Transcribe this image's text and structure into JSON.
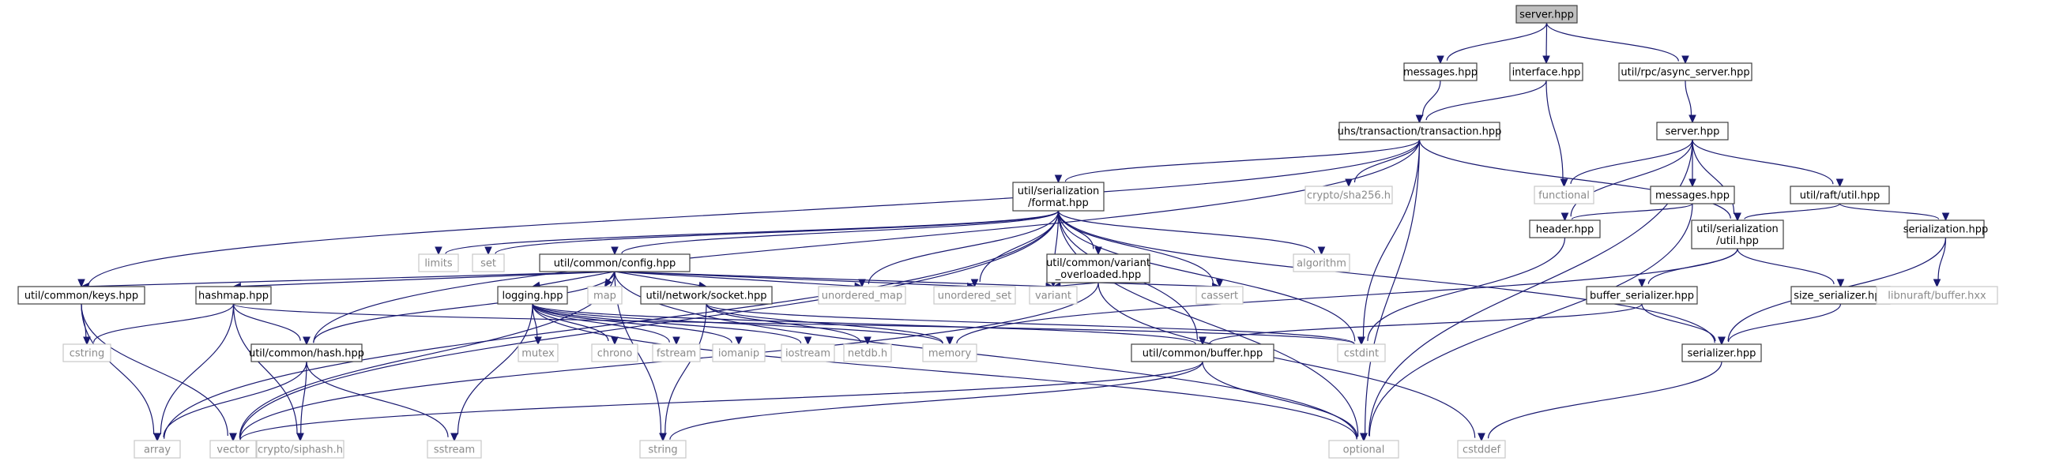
{
  "colors": {
    "edge": "#191970",
    "header_border": "#404040",
    "system_border": "#c8c8c8",
    "root_fill": "#bfbfbf",
    "system_text": "#8a8a8a"
  },
  "nodes": [
    {
      "id": "server_root",
      "lines": [
        "server.hpp"
      ],
      "kind": "root"
    },
    {
      "id": "messages_top",
      "lines": [
        "messages.hpp"
      ],
      "kind": "header"
    },
    {
      "id": "interface",
      "lines": [
        "interface.hpp"
      ],
      "kind": "header"
    },
    {
      "id": "async_server",
      "lines": [
        "util/rpc/async_server.hpp"
      ],
      "kind": "header"
    },
    {
      "id": "transaction",
      "lines": [
        "uhs/transaction/transaction.hpp"
      ],
      "kind": "header"
    },
    {
      "id": "server_mid",
      "lines": [
        "server.hpp"
      ],
      "kind": "header"
    },
    {
      "id": "format",
      "lines": [
        "util/serialization",
        "/format.hpp"
      ],
      "kind": "header"
    },
    {
      "id": "sha256",
      "lines": [
        "crypto/sha256.h"
      ],
      "kind": "system"
    },
    {
      "id": "functional",
      "lines": [
        "functional"
      ],
      "kind": "system"
    },
    {
      "id": "messages_mid",
      "lines": [
        "messages.hpp"
      ],
      "kind": "header"
    },
    {
      "id": "raft_util",
      "lines": [
        "util/raft/util.hpp"
      ],
      "kind": "header"
    },
    {
      "id": "limits",
      "lines": [
        "limits"
      ],
      "kind": "system"
    },
    {
      "id": "set",
      "lines": [
        "set"
      ],
      "kind": "system"
    },
    {
      "id": "config",
      "lines": [
        "util/common/config.hpp"
      ],
      "kind": "header"
    },
    {
      "id": "variant_overloaded",
      "lines": [
        "util/common/variant",
        "_overloaded.hpp"
      ],
      "kind": "header"
    },
    {
      "id": "algorithm",
      "lines": [
        "algorithm"
      ],
      "kind": "system"
    },
    {
      "id": "header",
      "lines": [
        "header.hpp"
      ],
      "kind": "header"
    },
    {
      "id": "ser_util",
      "lines": [
        "util/serialization",
        "/util.hpp"
      ],
      "kind": "header"
    },
    {
      "id": "serialization",
      "lines": [
        "serialization.hpp"
      ],
      "kind": "header"
    },
    {
      "id": "keys",
      "lines": [
        "util/common/keys.hpp"
      ],
      "kind": "header"
    },
    {
      "id": "hashmap",
      "lines": [
        "hashmap.hpp"
      ],
      "kind": "header"
    },
    {
      "id": "map",
      "lines": [
        "map"
      ],
      "kind": "system"
    },
    {
      "id": "logging",
      "lines": [
        "logging.hpp"
      ],
      "kind": "header"
    },
    {
      "id": "socket",
      "lines": [
        "util/network/socket.hpp"
      ],
      "kind": "header"
    },
    {
      "id": "unordered_map",
      "lines": [
        "unordered_map"
      ],
      "kind": "system"
    },
    {
      "id": "unordered_set",
      "lines": [
        "unordered_set"
      ],
      "kind": "system"
    },
    {
      "id": "variant",
      "lines": [
        "variant"
      ],
      "kind": "system"
    },
    {
      "id": "cassert",
      "lines": [
        "cassert"
      ],
      "kind": "system"
    },
    {
      "id": "buffer_serializer",
      "lines": [
        "buffer_serializer.hpp"
      ],
      "kind": "header"
    },
    {
      "id": "size_serializer",
      "lines": [
        "size_serializer.hpp"
      ],
      "kind": "header"
    },
    {
      "id": "buffer_hxx",
      "lines": [
        "libnuraft/buffer.hxx"
      ],
      "kind": "system"
    },
    {
      "id": "cstring",
      "lines": [
        "cstring"
      ],
      "kind": "system"
    },
    {
      "id": "hash",
      "lines": [
        "util/common/hash.hpp"
      ],
      "kind": "header"
    },
    {
      "id": "mutex",
      "lines": [
        "mutex"
      ],
      "kind": "system"
    },
    {
      "id": "chrono",
      "lines": [
        "chrono"
      ],
      "kind": "system"
    },
    {
      "id": "fstream",
      "lines": [
        "fstream"
      ],
      "kind": "system"
    },
    {
      "id": "iomanip",
      "lines": [
        "iomanip"
      ],
      "kind": "system"
    },
    {
      "id": "iostream",
      "lines": [
        "iostream"
      ],
      "kind": "system"
    },
    {
      "id": "netdb",
      "lines": [
        "netdb.h"
      ],
      "kind": "system"
    },
    {
      "id": "memory",
      "lines": [
        "memory"
      ],
      "kind": "system"
    },
    {
      "id": "buffer",
      "lines": [
        "util/common/buffer.hpp"
      ],
      "kind": "header"
    },
    {
      "id": "cstdint",
      "lines": [
        "cstdint"
      ],
      "kind": "system"
    },
    {
      "id": "serializer",
      "lines": [
        "serializer.hpp"
      ],
      "kind": "header"
    },
    {
      "id": "array",
      "lines": [
        "array"
      ],
      "kind": "system"
    },
    {
      "id": "vector",
      "lines": [
        "vector"
      ],
      "kind": "system"
    },
    {
      "id": "siphash",
      "lines": [
        "crypto/siphash.h"
      ],
      "kind": "system"
    },
    {
      "id": "sstream",
      "lines": [
        "sstream"
      ],
      "kind": "system"
    },
    {
      "id": "string",
      "lines": [
        "string"
      ],
      "kind": "system"
    },
    {
      "id": "optional",
      "lines": [
        "optional"
      ],
      "kind": "system"
    },
    {
      "id": "cstddef",
      "lines": [
        "cstddef"
      ],
      "kind": "system"
    }
  ],
  "edges": [
    [
      "server_root",
      "messages_top"
    ],
    [
      "server_root",
      "interface"
    ],
    [
      "server_root",
      "async_server"
    ],
    [
      "messages_top",
      "transaction"
    ],
    [
      "interface",
      "transaction"
    ],
    [
      "interface",
      "functional"
    ],
    [
      "async_server",
      "server_mid"
    ],
    [
      "transaction",
      "format"
    ],
    [
      "transaction",
      "sha256"
    ],
    [
      "transaction",
      "keys"
    ],
    [
      "transaction",
      "hash"
    ],
    [
      "transaction",
      "cstdint"
    ],
    [
      "transaction",
      "optional"
    ],
    [
      "transaction",
      "ser_util"
    ],
    [
      "server_mid",
      "functional"
    ],
    [
      "server_mid",
      "messages_mid"
    ],
    [
      "server_mid",
      "raft_util"
    ],
    [
      "server_mid",
      "header"
    ],
    [
      "server_mid",
      "ser_util"
    ],
    [
      "server_mid",
      "optional"
    ],
    [
      "format",
      "limits"
    ],
    [
      "format",
      "set"
    ],
    [
      "format",
      "config"
    ],
    [
      "format",
      "variant_overloaded"
    ],
    [
      "format",
      "algorithm"
    ],
    [
      "format",
      "array"
    ],
    [
      "format",
      "vector"
    ],
    [
      "format",
      "unordered_map"
    ],
    [
      "format",
      "unordered_set"
    ],
    [
      "format",
      "variant"
    ],
    [
      "format",
      "cassert"
    ],
    [
      "format",
      "buffer"
    ],
    [
      "format",
      "cstdint"
    ],
    [
      "format",
      "optional"
    ],
    [
      "format",
      "serializer"
    ],
    [
      "messages_mid",
      "header"
    ],
    [
      "messages_mid",
      "optional"
    ],
    [
      "raft_util",
      "ser_util"
    ],
    [
      "raft_util",
      "serialization"
    ],
    [
      "config",
      "keys"
    ],
    [
      "config",
      "hashmap"
    ],
    [
      "config",
      "map"
    ],
    [
      "config",
      "logging"
    ],
    [
      "config",
      "socket"
    ],
    [
      "config",
      "unordered_map"
    ],
    [
      "config",
      "unordered_set"
    ],
    [
      "config",
      "variant"
    ],
    [
      "config",
      "hash"
    ],
    [
      "config",
      "vector"
    ],
    [
      "config",
      "string"
    ],
    [
      "config",
      "optional"
    ],
    [
      "variant_overloaded",
      "variant"
    ],
    [
      "variant_overloaded",
      "cassert"
    ],
    [
      "variant_overloaded",
      "vector"
    ],
    [
      "variant_overloaded",
      "cstddef"
    ],
    [
      "header",
      "cstdint"
    ],
    [
      "ser_util",
      "memory"
    ],
    [
      "ser_util",
      "buffer_serializer"
    ],
    [
      "ser_util",
      "size_serializer"
    ],
    [
      "serialization",
      "buffer_hxx"
    ],
    [
      "serialization",
      "serializer"
    ],
    [
      "keys",
      "cstring"
    ],
    [
      "keys",
      "array"
    ],
    [
      "keys",
      "vector"
    ],
    [
      "hashmap",
      "cstring"
    ],
    [
      "hashmap",
      "hash"
    ],
    [
      "hashmap",
      "array"
    ],
    [
      "hashmap",
      "siphash"
    ],
    [
      "hashmap",
      "cstdint"
    ],
    [
      "logging",
      "mutex"
    ],
    [
      "logging",
      "chrono"
    ],
    [
      "logging",
      "fstream"
    ],
    [
      "logging",
      "iomanip"
    ],
    [
      "logging",
      "iostream"
    ],
    [
      "logging",
      "memory"
    ],
    [
      "logging",
      "sstream"
    ],
    [
      "logging",
      "buffer"
    ],
    [
      "logging",
      "optional"
    ],
    [
      "socket",
      "netdb"
    ],
    [
      "socket",
      "memory"
    ],
    [
      "socket",
      "string"
    ],
    [
      "socket",
      "cstdint"
    ],
    [
      "buffer_serializer",
      "buffer"
    ],
    [
      "buffer_serializer",
      "serializer"
    ],
    [
      "size_serializer",
      "serializer"
    ],
    [
      "hash",
      "array"
    ],
    [
      "hash",
      "siphash"
    ],
    [
      "hash",
      "sstream"
    ],
    [
      "buffer",
      "vector"
    ],
    [
      "buffer",
      "string"
    ],
    [
      "buffer",
      "optional"
    ],
    [
      "serializer",
      "cstddef"
    ]
  ]
}
